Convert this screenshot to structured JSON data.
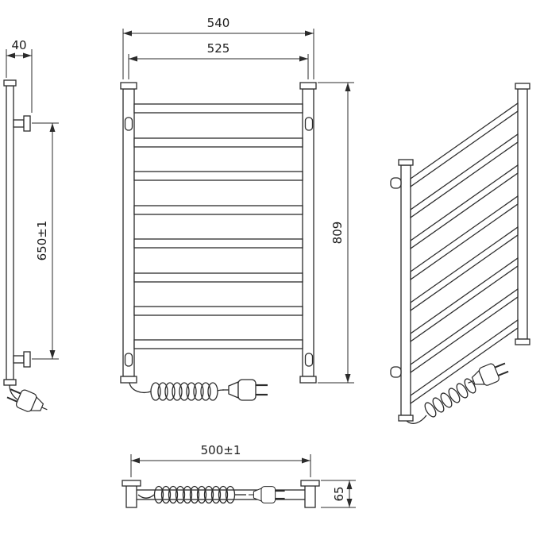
{
  "drawing": {
    "type": "technical-drawing",
    "subject": "ladder towel rail (electric, with plug and coiled cord)",
    "dims": {
      "front_outer_width": "540",
      "front_center_width": "525",
      "front_height": "809",
      "side_depth": "40",
      "side_mount_spacing": "650±1",
      "top_center_width": "500±1",
      "top_depth": "65"
    },
    "views": [
      "side-view",
      "front-view",
      "perspective-view",
      "top-view"
    ],
    "colors": {
      "line": "#2b2b2b",
      "background": "#ffffff",
      "text": "#1b1b1b"
    }
  }
}
